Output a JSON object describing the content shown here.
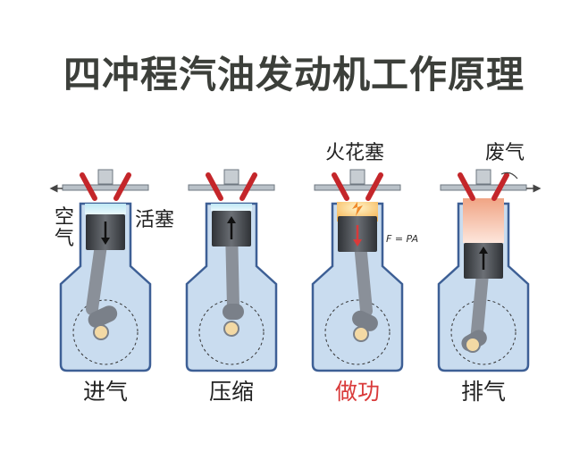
{
  "title": "四冲程汽油发动机工作原理",
  "strokes": [
    {
      "label": "进气",
      "piston": "down",
      "highlight": false
    },
    {
      "label": "压缩",
      "piston": "up",
      "highlight": false
    },
    {
      "label": "做功",
      "piston": "down",
      "highlight": true
    },
    {
      "label": "排气",
      "piston": "up",
      "highlight": false
    }
  ],
  "annotations": {
    "air": "空气",
    "piston": "活塞",
    "spark_plug": "火花塞",
    "exhaust": "废气",
    "formula": "F = PA"
  },
  "colors": {
    "casing_fill": "#c9dcef",
    "casing_stroke": "#3d5f95",
    "valve": "#c4262a",
    "rod": "#8a9099",
    "piston": "#4a4d52",
    "intake_charge": "#cfeef7",
    "exhaust_gas": "#f3b49a",
    "combustion": "#f6b85c",
    "active_caption": "#d93a3a"
  }
}
